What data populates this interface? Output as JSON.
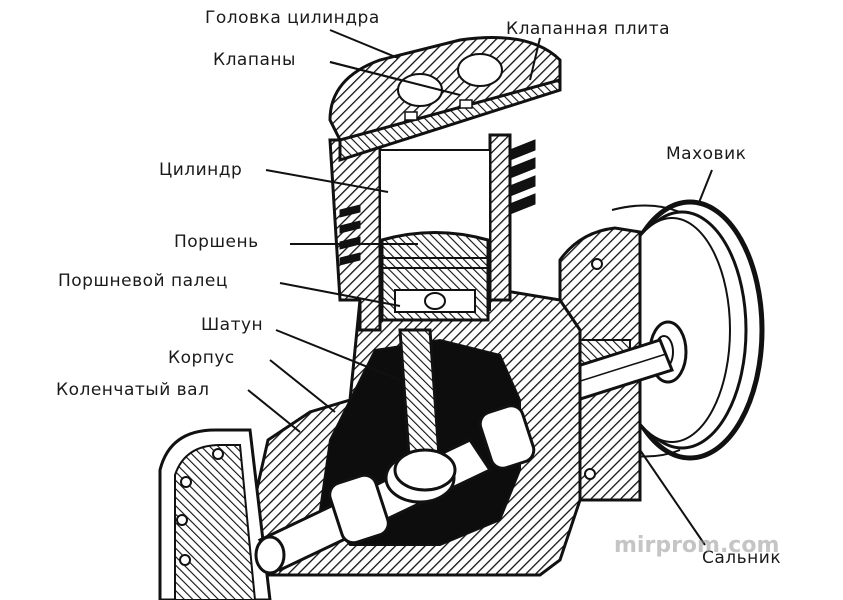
{
  "labels": {
    "cylinder_head": "Головка цилиндра",
    "valve_plate": "Клапанная плита",
    "valves": "Клапаны",
    "cylinder": "Цилиндр",
    "flywheel": "Маховик",
    "piston": "Поршень",
    "piston_pin": "Поршневой палец",
    "connecting_rod": "Шатун",
    "housing": "Корпус",
    "crankshaft": "Коленчатый вал",
    "shaft_seal": "Сальник"
  },
  "watermark": "mirprom.com",
  "colors": {
    "ink": "#111111",
    "background": "#ffffff",
    "watermark": "#969696"
  }
}
